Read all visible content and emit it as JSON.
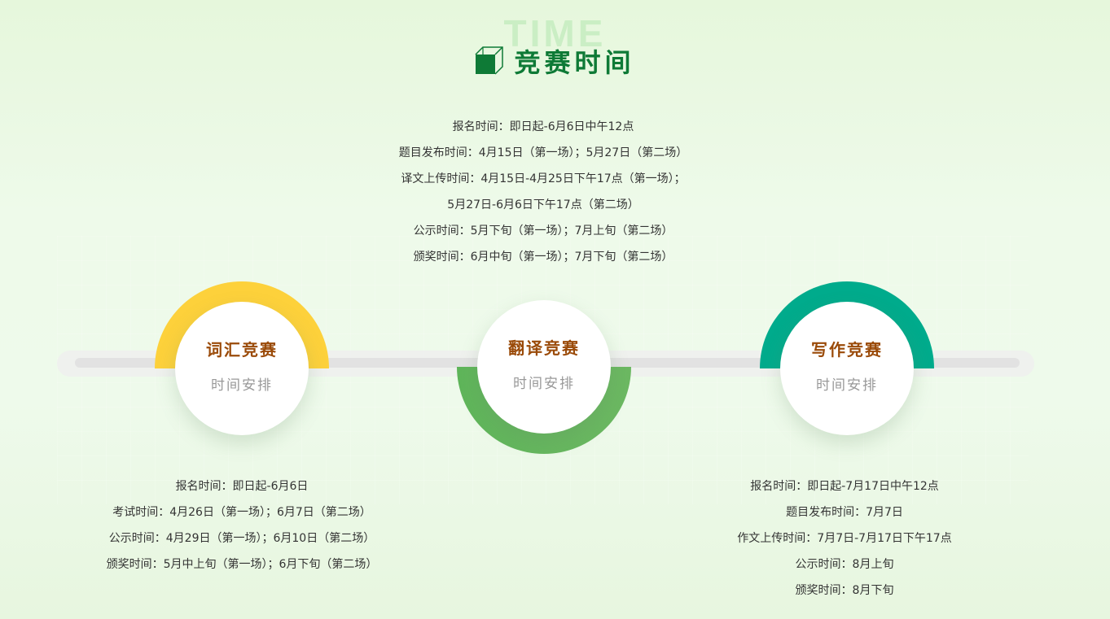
{
  "header": {
    "watermark": "TIME",
    "icon": "cube-icon",
    "title": "竞赛时间",
    "title_color": "#0e7a36"
  },
  "translation_info": {
    "lines": [
      "报名时间：即日起-6月6日中午12点",
      "题目发布时间：4月15日（第一场）；5月27日（第二场）",
      "译文上传时间：4月15日-4月25日下午17点（第一场）；",
      "5月27日-6月6日下午17点（第二场）",
      "公示时间：5月下旬（第一场）；7月上旬（第二场）",
      "颁奖时间：6月中旬（第一场）；7月下旬（第二场）"
    ]
  },
  "timeline": {
    "nodes": [
      {
        "title": "词汇竞赛",
        "subtitle": "时间安排",
        "arc_color": "#fdd13b",
        "arc_side": "top"
      },
      {
        "title": "翻译竞赛",
        "subtitle": "时间安排",
        "arc_color": "#62b35c",
        "arc_side": "bottom"
      },
      {
        "title": "写作竞赛",
        "subtitle": "时间安排",
        "arc_color": "#00ab8c",
        "arc_side": "top"
      }
    ]
  },
  "vocabulary_info": {
    "lines": [
      "报名时间：即日起-6月6日",
      "考试时间：4月26日（第一场）；6月7日（第二场）",
      "公示时间：4月29日（第一场）；6月10日（第二场）",
      "颁奖时间：5月中上旬（第一场）；6月下旬（第二场）"
    ]
  },
  "writing_info": {
    "lines": [
      "报名时间：即日起-7月17日中午12点",
      "题目发布时间：7月7日",
      "作文上传时间：7月7日-7月17日下午17点",
      "公示时间：8月上旬",
      "颁奖时间：8月下旬"
    ]
  }
}
